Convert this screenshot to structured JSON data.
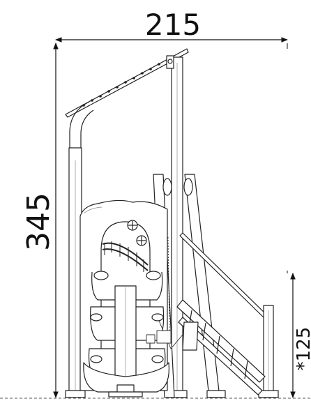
{
  "dimensions": {
    "width_label": "215",
    "height_label": "345",
    "side_height_label": "*125"
  }
}
